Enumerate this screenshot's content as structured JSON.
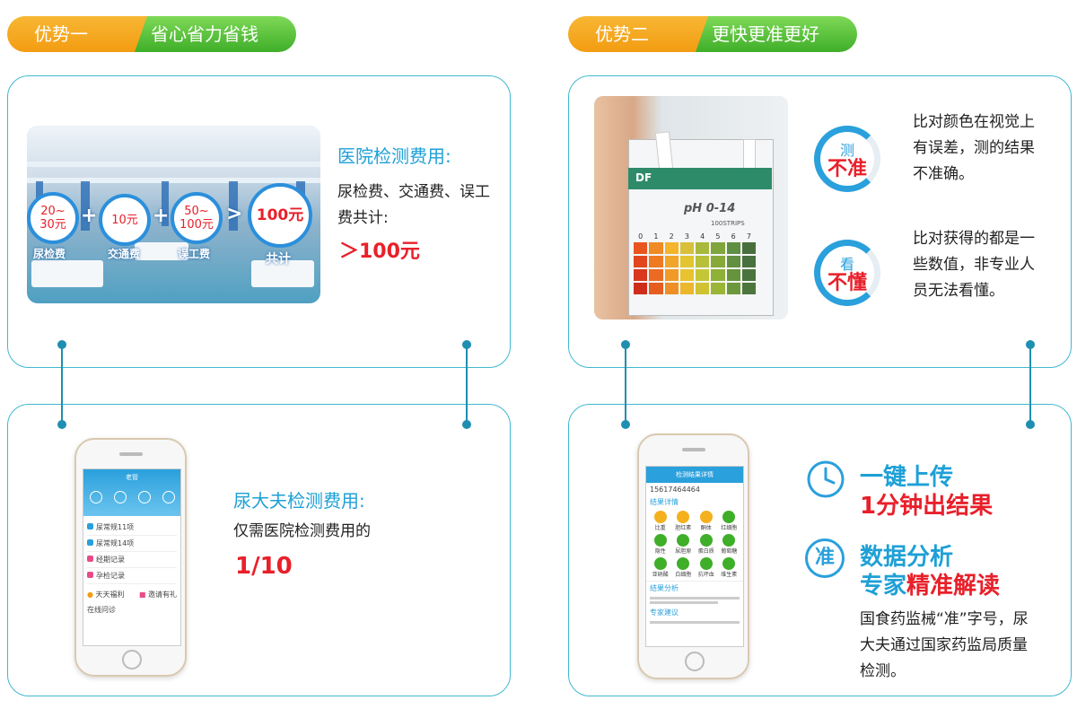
{
  "left": {
    "tab_badge": "优势一",
    "tab_title": "省心省力省钱",
    "hospital": {
      "coins": [
        "20~\n30元",
        "10元",
        "50~\n100元",
        "100元"
      ],
      "coin_labels": [
        "尿检费",
        "交通费",
        "误工费",
        "共计"
      ],
      "ops": [
        "+",
        "+",
        ">"
      ]
    },
    "heading": "医院检测费用:",
    "body": "尿检费、交通费、误工费共计:",
    "price": "＞100元",
    "bottom_heading": "尿大夫检测费用:",
    "bottom_body": "仅需医院检测费用的",
    "bottom_ratio": "1/10",
    "phone": {
      "top_title": "老管",
      "menu_items": [
        "尿常规11项",
        "尿常规14项",
        "经期记录",
        "孕检记录"
      ],
      "extra": [
        "天天福利",
        "邀请有礼"
      ],
      "section": "在线问诊"
    }
  },
  "right": {
    "tab_badge": "优势二",
    "tab_title": "更快更准更好",
    "strip": {
      "brand": "DF",
      "label": "pH 0-14",
      "count": "100STRIPS",
      "scale": [
        "0",
        "1",
        "2",
        "3",
        "4",
        "5",
        "6",
        "7"
      ]
    },
    "point1_small": "测",
    "point1_big": "不准",
    "point1_text": "比对颜色在视觉上有误差，测的结果不准确。",
    "point2_small": "看",
    "point2_big": "不懂",
    "point2_text": "比对获得的都是一些数值，非专业人员无法看懂。",
    "phone": {
      "title": "检测结果详情",
      "phone_no": "15617464464",
      "section_title": "结果详情",
      "analysis": "结果分析",
      "advice": "专家建议",
      "items": [
        "比重",
        "胆红素",
        "酮体",
        "红细胞",
        "隐性",
        "尿胆原",
        "蛋白质",
        "葡萄糖",
        "亚硝酸",
        "白细胞",
        "抗坏血",
        "维生素"
      ]
    },
    "feat1_line1": "一键上传",
    "feat1_line2": "1分钟出结果",
    "feat2_icon": "准",
    "feat2_line1": "数据分析",
    "feat2_line2a": "专家",
    "feat2_line2b": "精准解读",
    "feat2_text": "国食药监械“准”字号，尿大夫通过国家药监局质量检测。"
  },
  "colors": {
    "blue": "#1ea0d6",
    "red": "#e8202a",
    "green": "#3fae29",
    "orange": "#f39c12",
    "border": "#3fb8cf"
  }
}
